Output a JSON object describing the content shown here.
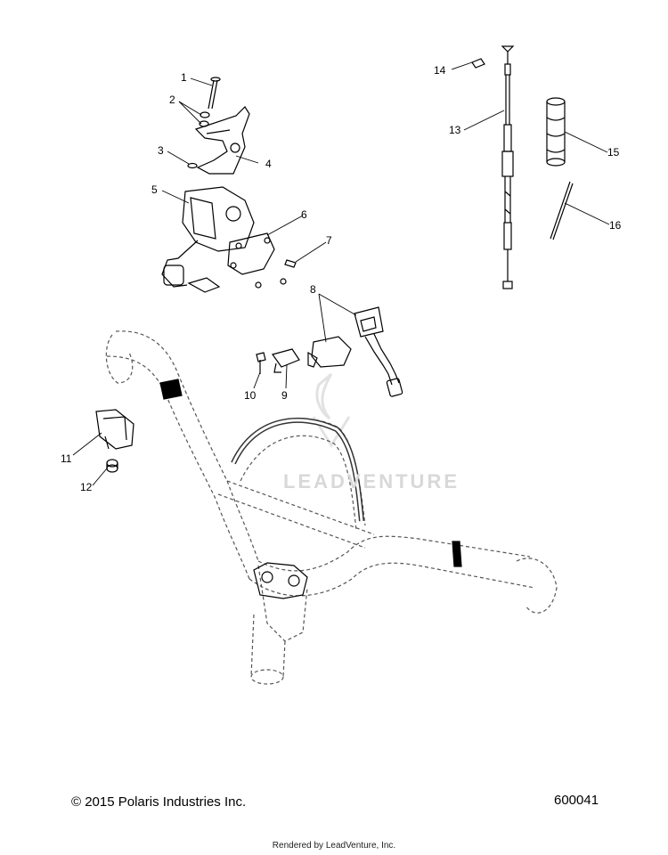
{
  "labels": [
    {
      "id": "1",
      "text": "1"
    },
    {
      "id": "2",
      "text": "2"
    },
    {
      "id": "3",
      "text": "3"
    },
    {
      "id": "4",
      "text": "4"
    },
    {
      "id": "5",
      "text": "5"
    },
    {
      "id": "6",
      "text": "6"
    },
    {
      "id": "7",
      "text": "7"
    },
    {
      "id": "8",
      "text": "8"
    },
    {
      "id": "9",
      "text": "9"
    },
    {
      "id": "10",
      "text": "10"
    },
    {
      "id": "11",
      "text": "11"
    },
    {
      "id": "12",
      "text": "12"
    },
    {
      "id": "13",
      "text": "13"
    },
    {
      "id": "14",
      "text": "14"
    },
    {
      "id": "15",
      "text": "15"
    },
    {
      "id": "16",
      "text": "16"
    }
  ],
  "footer": {
    "copyright": "© 2015 Polaris Industries Inc.",
    "part_number": "600041",
    "rendered_by": "Rendered by LeadVenture, Inc."
  },
  "watermark": {
    "text": "LEADVENTURE"
  },
  "colors": {
    "line": "#000000",
    "dashed": "#555555",
    "watermark": "#d8d8d8"
  }
}
